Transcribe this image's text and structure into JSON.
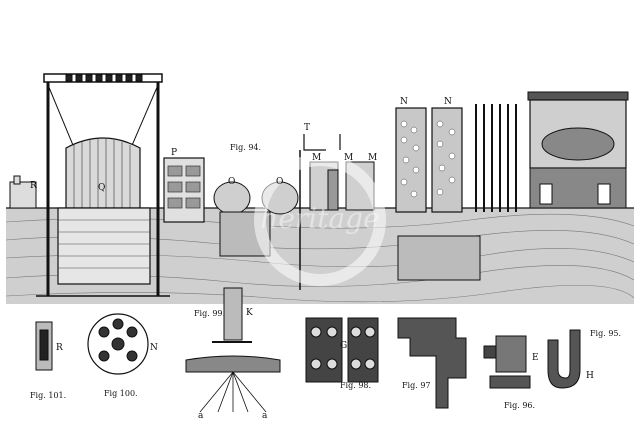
{
  "figures": {
    "fig94": "Fig. 94.",
    "fig101": "Fig. 101.",
    "fig100": "Fig 100.",
    "fig99": "Fig. 99.",
    "fig98": "Fig. 98.",
    "fig97": "Fig. 97",
    "fig96": "Fig. 96.",
    "fig95": "Fig. 95."
  },
  "letters": {
    "R": "R",
    "Q": "Q",
    "P": "P",
    "O": "O",
    "T": "T",
    "M": "M",
    "N": "N",
    "K": "K",
    "G": "G",
    "E": "E",
    "H": "H",
    "a": "a"
  },
  "watermark": "heritage"
}
